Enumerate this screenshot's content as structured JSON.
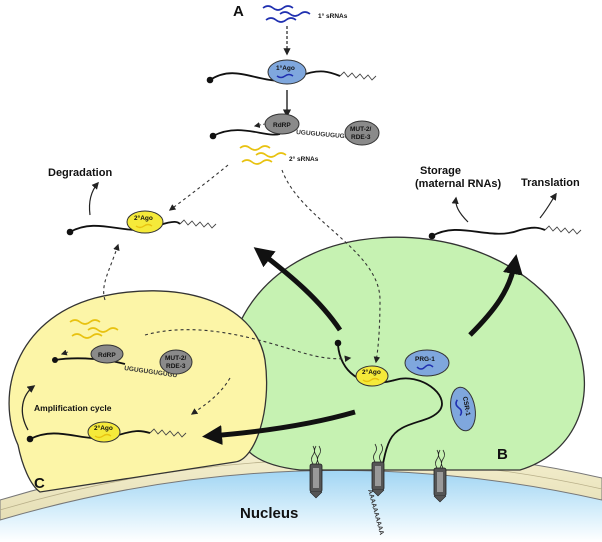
{
  "panels": {
    "a": "A",
    "b": "B",
    "c": "C"
  },
  "labels": {
    "primary_srnas": "1° sRNAs",
    "secondary_srnas": "2° sRNAs",
    "primary_ago": "1°Ago",
    "secondary_ago": "2°Ago",
    "rdrp": "RdRP",
    "mut2_line1": "MUT-2/",
    "mut2_line2": "RDE-3",
    "poly_ug": "UGUGUGUGUGU",
    "poly_a": "AAAAAAAAAA",
    "degradation": "Degradation",
    "storage_line1": "Storage",
    "storage_line2": "(maternal RNAs)",
    "translation": "Translation",
    "prg1": "PRG-1",
    "csr1": "CSR-1",
    "amplification_cycle": "Amplification cycle",
    "nucleus": "Nucleus"
  },
  "colors": {
    "germ_granule_green": "#c6f2b2",
    "amplification_yellow": "#fcf5a7",
    "nucleus_blue": "#bfe4f7",
    "primary_ago_blue": "#7fa7dd",
    "secondary_ago_yellow": "#f5ea3a",
    "protein_gray": "#8a8a8a",
    "srna_blue": "#1f2fb0",
    "srna_yellow": "#e8c210"
  }
}
